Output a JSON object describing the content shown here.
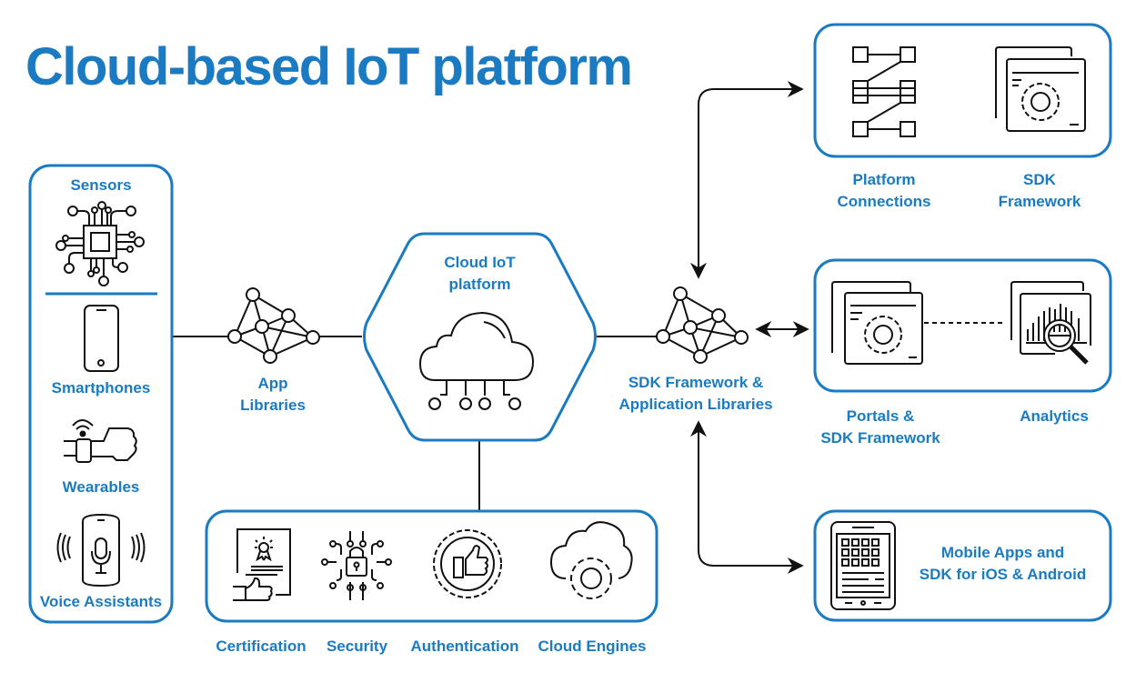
{
  "title": "Cloud-based IoT platform",
  "colors": {
    "accent": "#1a7bc2",
    "stroke": "#111111",
    "background": "#ffffff"
  },
  "devices": {
    "items": [
      {
        "label": "Sensors",
        "icon": "chip-icon"
      },
      {
        "label": "Smartphones",
        "icon": "smartphone-icon"
      },
      {
        "label": "Wearables",
        "icon": "smartwatch-icon"
      },
      {
        "label": "Voice Assistants",
        "icon": "voice-assistant-icon"
      }
    ]
  },
  "app_libraries": {
    "line1": "App",
    "line2": "Libraries",
    "icon": "network-icon"
  },
  "cloud_platform": {
    "line1": "Cloud IoT",
    "line2": "platform",
    "icon": "cloud-icon"
  },
  "services": {
    "items": [
      {
        "label": "Certification",
        "icon": "certificate-icon"
      },
      {
        "label": "Security",
        "icon": "lock-circuit-icon"
      },
      {
        "label": "Authentication",
        "icon": "thumbs-up-badge-icon"
      },
      {
        "label": "Cloud Engines",
        "icon": "cloud-gear-icon"
      }
    ]
  },
  "sdk_hub": {
    "line1": "SDK Framework &",
    "line2": "Application Libraries",
    "icon": "network-icon"
  },
  "right": {
    "top": [
      {
        "line1": "Platform",
        "line2": "Connections",
        "icon": "connections-icon"
      },
      {
        "line1": "SDK",
        "line2": "Framework",
        "icon": "window-gear-icon"
      }
    ],
    "middle": [
      {
        "line1": "Portals &",
        "line2": "SDK Framework",
        "icon": "window-gear-icon"
      },
      {
        "line1": "Analytics",
        "line2": "",
        "icon": "analytics-icon"
      }
    ],
    "bottom": {
      "line1": "Mobile Apps and",
      "line2": "SDK for iOS & Android",
      "icon": "tablet-icon"
    }
  }
}
